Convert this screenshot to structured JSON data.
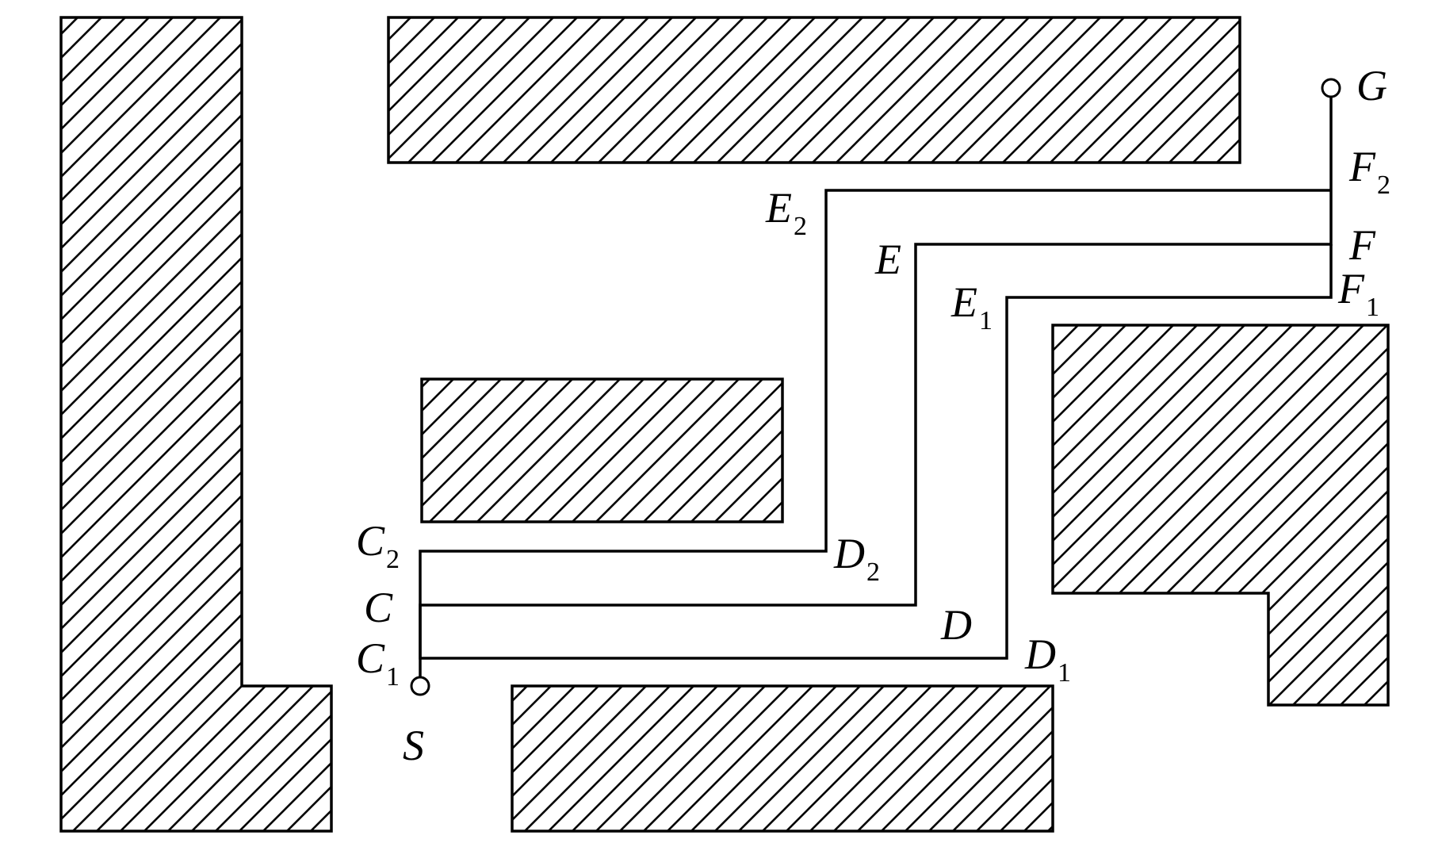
{
  "points": {
    "S": {
      "letter": "S",
      "sub": ""
    },
    "G": {
      "letter": "G",
      "sub": ""
    },
    "C": {
      "letter": "C",
      "sub": ""
    },
    "C1": {
      "letter": "C",
      "sub": "1"
    },
    "C2": {
      "letter": "C",
      "sub": "2"
    },
    "D": {
      "letter": "D",
      "sub": ""
    },
    "D1": {
      "letter": "D",
      "sub": "1"
    },
    "D2": {
      "letter": "D",
      "sub": "2"
    },
    "E": {
      "letter": "E",
      "sub": ""
    },
    "E1": {
      "letter": "E",
      "sub": "1"
    },
    "E2": {
      "letter": "E",
      "sub": "2"
    },
    "F": {
      "letter": "F",
      "sub": ""
    },
    "F1": {
      "letter": "F",
      "sub": "1"
    },
    "F2": {
      "letter": "F",
      "sub": "2"
    }
  },
  "colors": {
    "line": "#000000",
    "background": "#ffffff"
  }
}
